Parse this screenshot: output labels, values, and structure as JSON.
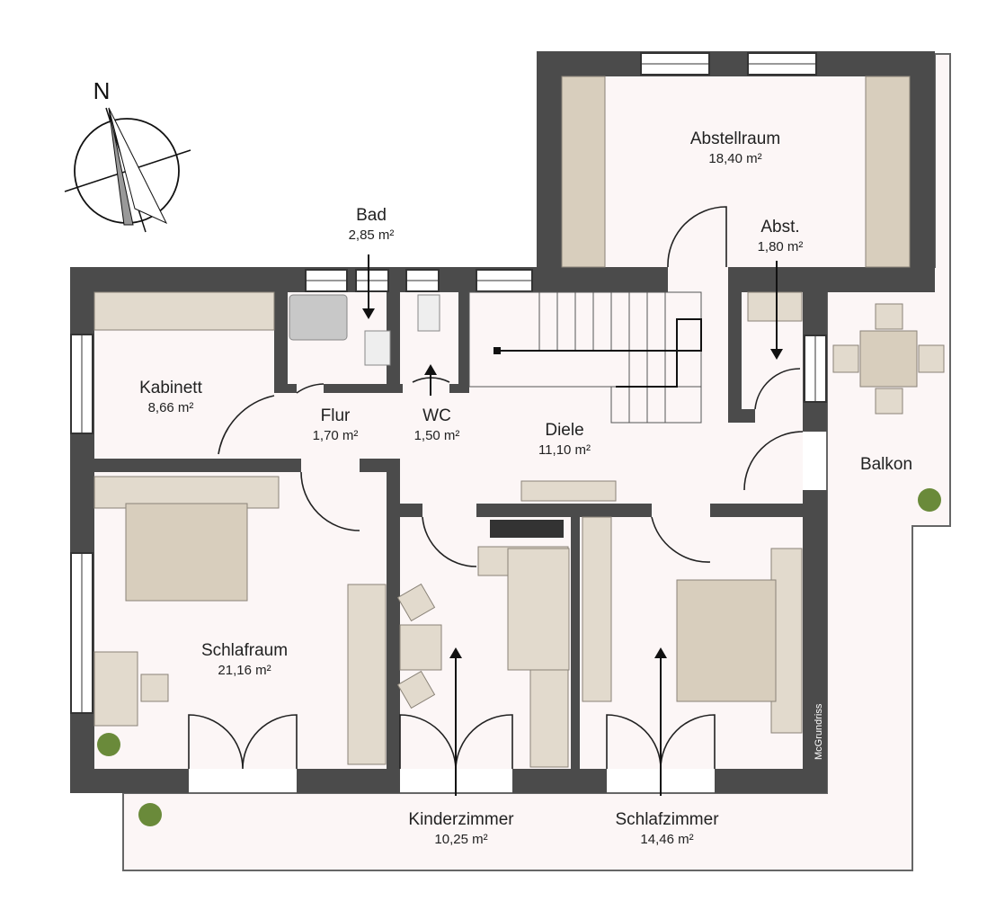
{
  "compass": {
    "label": "N"
  },
  "rooms": [
    {
      "name": "Abstellraum",
      "area": "18,40 m²"
    },
    {
      "name": "Abst.",
      "area": "1,80 m²"
    },
    {
      "name": "Bad",
      "area": "2,85 m²"
    },
    {
      "name": "Kabinett",
      "area": "8,66 m²"
    },
    {
      "name": "Flur",
      "area": "1,70 m²"
    },
    {
      "name": "WC",
      "area": "1,50 m²"
    },
    {
      "name": "Diele",
      "area": "11,10 m²"
    },
    {
      "name": "Balkon"
    },
    {
      "name": "Schlafraum",
      "area": "21,16 m²"
    },
    {
      "name": "Kinderzimmer",
      "area": "10,25 m²"
    },
    {
      "name": "Schlafzimmer",
      "area": "14,46 m²"
    }
  ],
  "watermark": "McGrundriss",
  "colors": {
    "wall": "#4b4b4b",
    "floor": "#fcf6f6",
    "furniture": "#e2dacd"
  }
}
